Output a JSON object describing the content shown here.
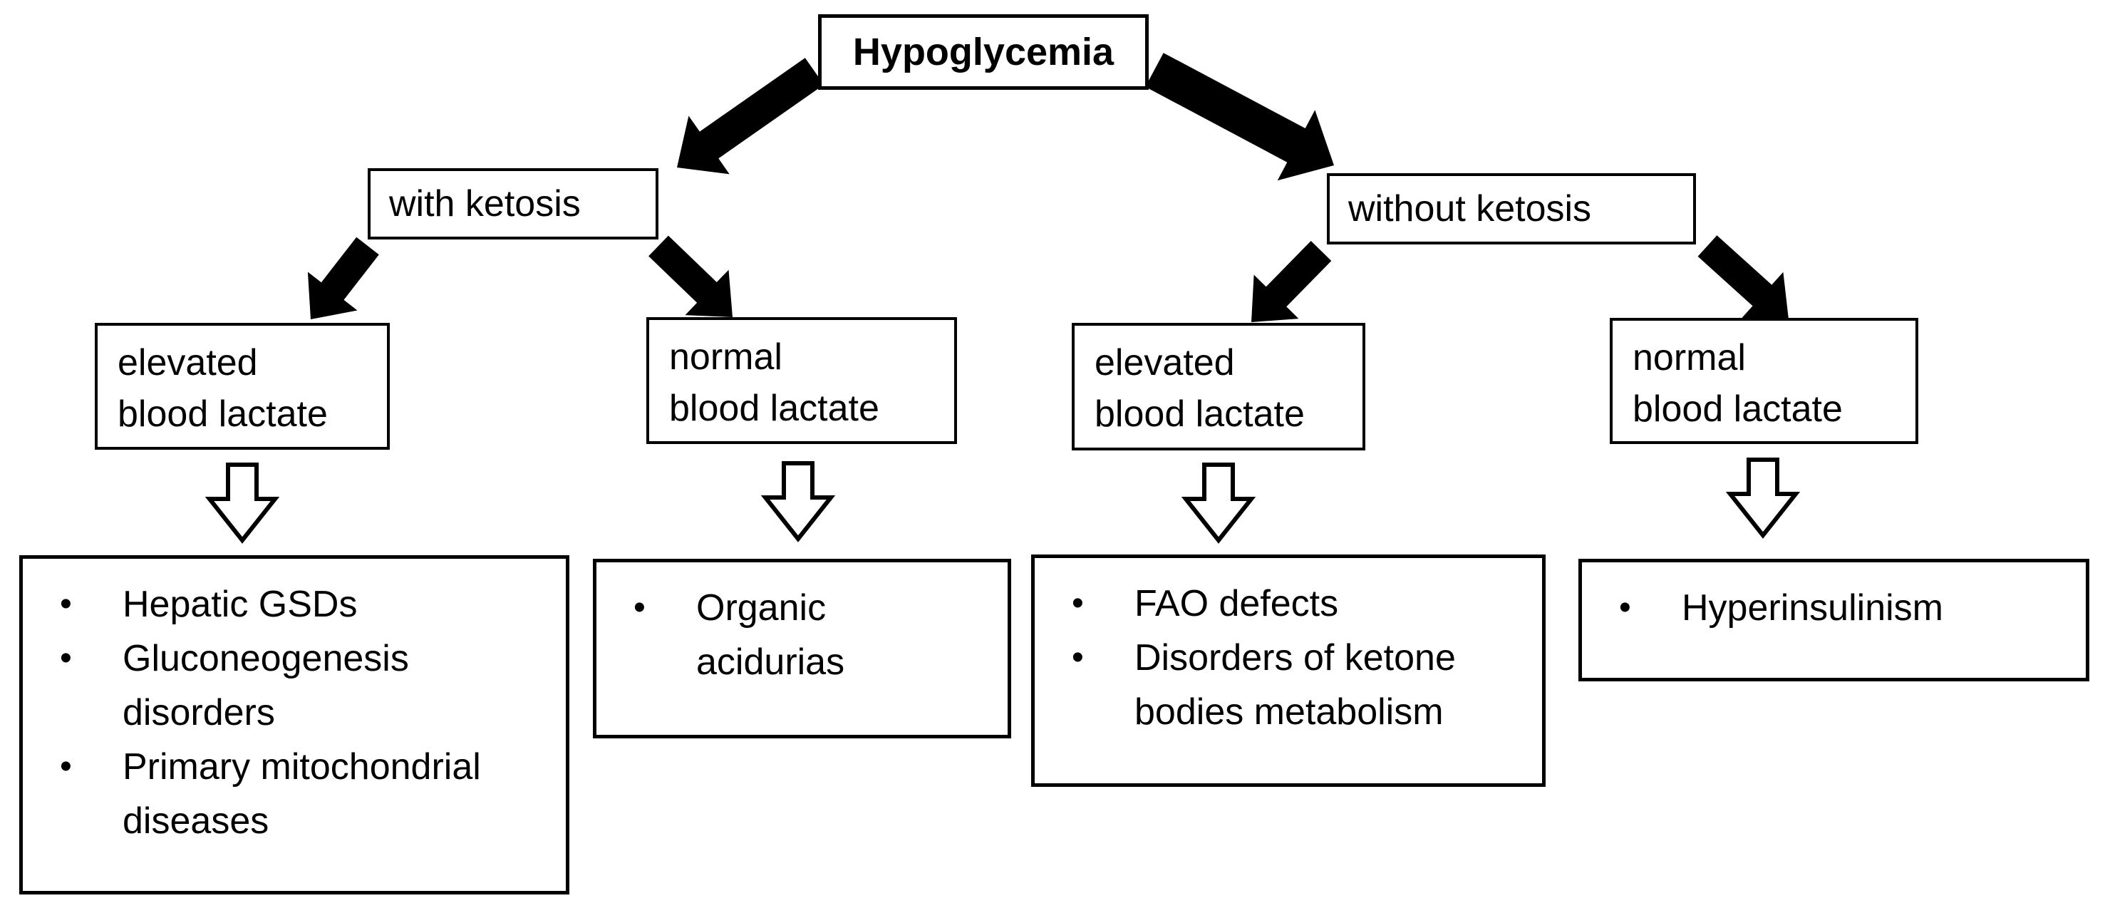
{
  "diagram": {
    "root": {
      "label": "Hypoglycemia"
    },
    "branches": [
      {
        "label": "with ketosis"
      },
      {
        "label": "without ketosis"
      }
    ],
    "lactate": [
      {
        "line1": "elevated",
        "line2": "blood lactate"
      },
      {
        "line1": "normal",
        "line2": "blood lactate"
      },
      {
        "line1": "elevated",
        "line2": "blood lactate"
      },
      {
        "line1": "normal",
        "line2": "blood lactate"
      }
    ],
    "outcomes": [
      {
        "items": [
          [
            "Hepatic GSDs"
          ],
          [
            "Gluconeogenesis",
            "disorders"
          ],
          [
            "Primary mitochondrial",
            "diseases"
          ]
        ]
      },
      {
        "items": [
          [
            "Organic",
            "acidurias"
          ]
        ]
      },
      {
        "items": [
          [
            "FAO defects"
          ],
          [
            "Disorders of ketone",
            "bodies metabolism"
          ]
        ]
      },
      {
        "items": [
          [
            "Hyperinsulinism"
          ]
        ]
      }
    ],
    "colors": {
      "line": "#000000",
      "background": "#ffffff",
      "text": "#000000"
    }
  }
}
